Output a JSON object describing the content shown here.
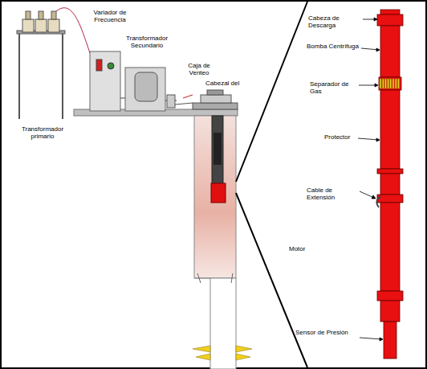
{
  "diagram": {
    "labels": [
      "Variador de Frecuencia",
      "Transformador Secundario",
      "Caja de Venteo",
      "Cabezal del",
      "Transformador primario",
      "Cabeza de Descarga",
      "Bomba Centrífuga",
      "Separador de Gas",
      "Protector",
      "Cable de Extensión",
      "Motor",
      "Sensor de Presión"
    ]
  }
}
